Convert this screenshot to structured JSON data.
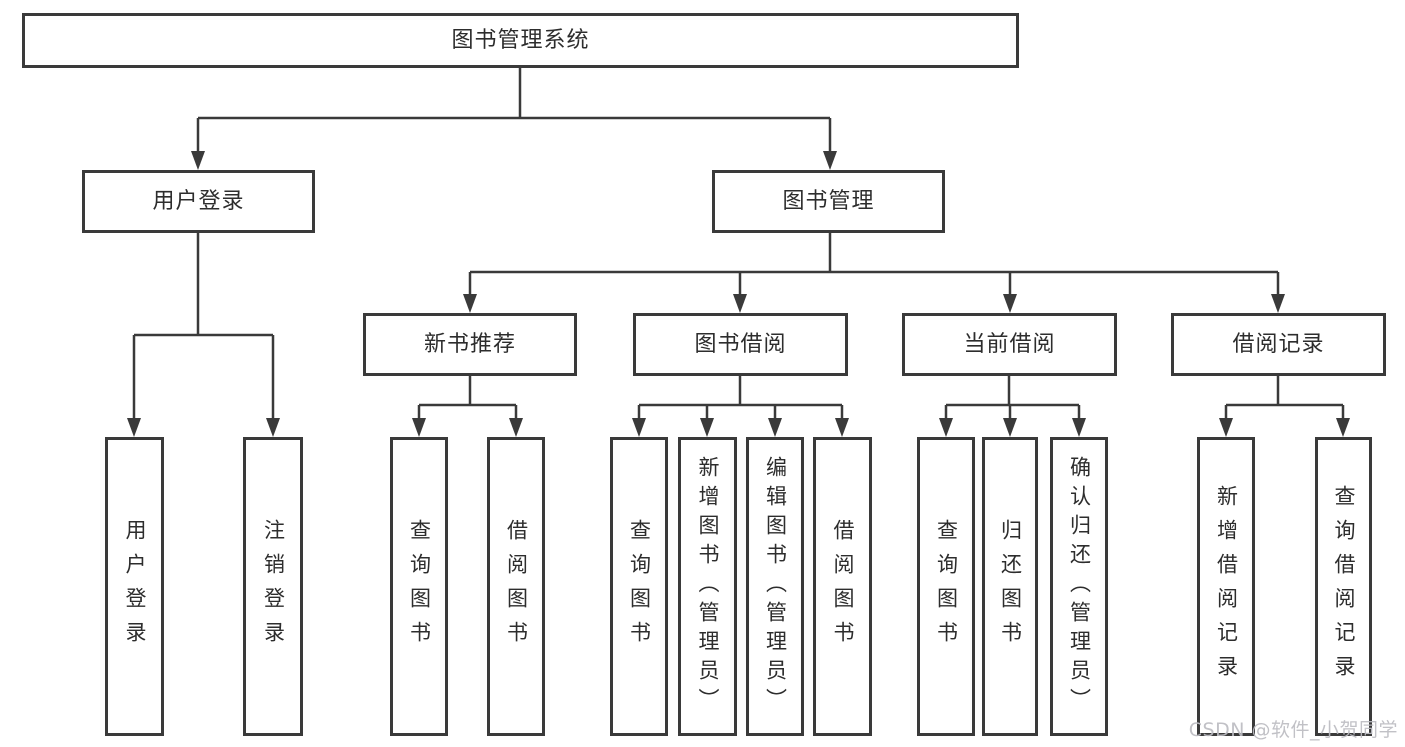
{
  "title": "图书管理系统",
  "nodes": {
    "root": {
      "label": "图书管理系统"
    },
    "level2": [
      {
        "label": "用户登录"
      },
      {
        "label": "图书管理"
      }
    ],
    "level3": [
      {
        "label": "新书推荐",
        "parent": "图书管理"
      },
      {
        "label": "图书借阅",
        "parent": "图书管理"
      },
      {
        "label": "当前借阅",
        "parent": "图书管理"
      },
      {
        "label": "借阅记录",
        "parent": "图书管理"
      }
    ],
    "leaves": [
      {
        "label": "用户登录",
        "parent": "用户登录"
      },
      {
        "label": "注销登录",
        "parent": "用户登录"
      },
      {
        "label": "查询图书",
        "parent": "新书推荐"
      },
      {
        "label": "借阅图书",
        "parent": "新书推荐"
      },
      {
        "label": "查询图书",
        "parent": "图书借阅"
      },
      {
        "label": "新增图书（管理员）",
        "parent": "图书借阅"
      },
      {
        "label": "编辑图书（管理员）",
        "parent": "图书借阅"
      },
      {
        "label": "借阅图书",
        "parent": "图书借阅"
      },
      {
        "label": "查询图书",
        "parent": "当前借阅"
      },
      {
        "label": "归还图书",
        "parent": "当前借阅"
      },
      {
        "label": "确认归还（管理员）",
        "parent": "当前借阅"
      },
      {
        "label": "新增借阅记录",
        "parent": "借阅记录"
      },
      {
        "label": "查询借阅记录",
        "parent": "借阅记录"
      }
    ]
  },
  "watermark": {
    "text": "CSDN @软件_小贺同学"
  },
  "colors": {
    "line": "#3a3a3a",
    "text": "#2d2d2d",
    "background": "#ffffff",
    "watermark": "#bcbcc2"
  }
}
